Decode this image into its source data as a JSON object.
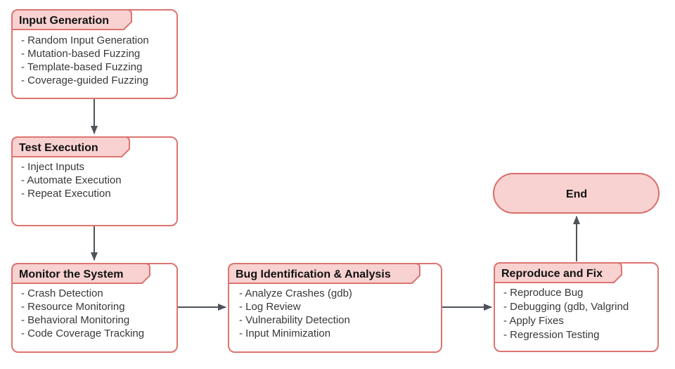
{
  "colors": {
    "node_border": "#dd7470",
    "header_fill": "#f8d2d1",
    "node_fill": "#ffffff",
    "arrow": "#4d5359",
    "title_text": "#111111",
    "item_text": "#383838"
  },
  "nodes": {
    "input_generation": {
      "title": "Input Generation",
      "items": [
        "- Random Input Generation",
        "- Mutation-based Fuzzing",
        "- Template-based Fuzzing",
        "- Coverage-guided Fuzzing"
      ]
    },
    "test_execution": {
      "title": "Test Execution",
      "items": [
        "- Inject Inputs",
        "- Automate Execution",
        "- Repeat Execution"
      ]
    },
    "monitor_system": {
      "title": "Monitor the System",
      "items": [
        "- Crash Detection",
        "- Resource Monitoring",
        "- Behavioral Monitoring",
        "- Code Coverage Tracking"
      ]
    },
    "bug_identification": {
      "title": "Bug Identification & Analysis",
      "items": [
        "- Analyze Crashes (gdb)",
        "- Log Review",
        "- Vulnerability Detection",
        "- Input Minimization"
      ]
    },
    "reproduce_fix": {
      "title": "Reproduce and Fix",
      "items": [
        "- Reproduce Bug",
        "- Debugging (gdb, Valgrind",
        "- Apply Fixes",
        "- Regression Testing"
      ]
    },
    "end": {
      "title": "End"
    }
  },
  "edges": [
    {
      "from": "Input Generation",
      "to": "Test Execution"
    },
    {
      "from": "Test Execution",
      "to": "Monitor the System"
    },
    {
      "from": "Monitor the System",
      "to": "Bug Identification & Analysis"
    },
    {
      "from": "Bug Identification & Analysis",
      "to": "Reproduce and Fix"
    },
    {
      "from": "Reproduce and Fix",
      "to": "End"
    }
  ]
}
